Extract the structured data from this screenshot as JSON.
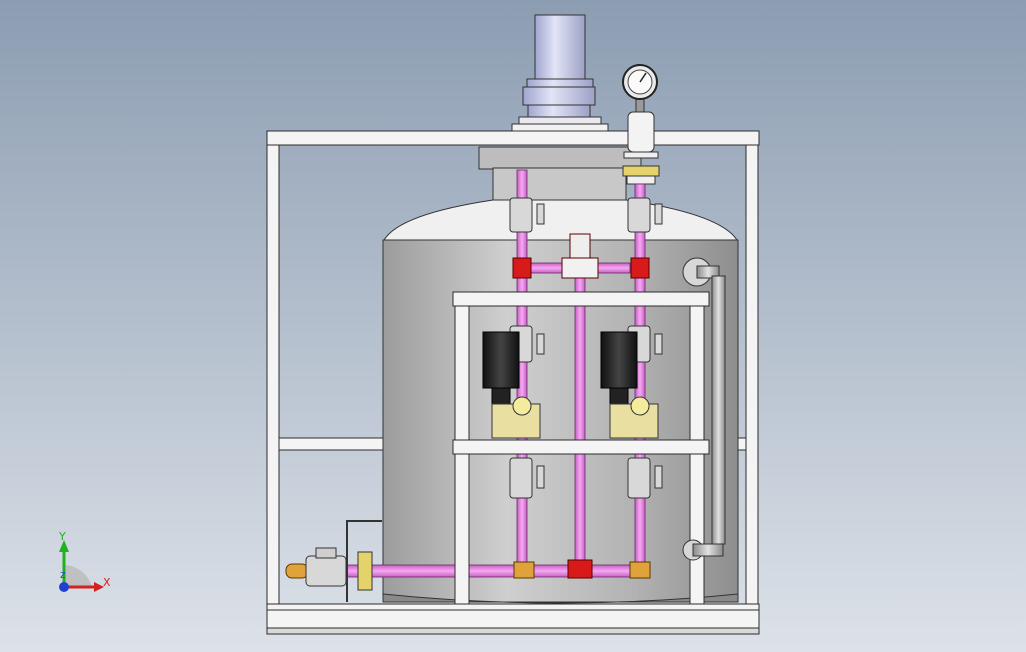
{
  "triad": {
    "x_label": "X",
    "y_label": "Y",
    "z_label": "Z"
  },
  "colors": {
    "background_top": "#8a9bb0",
    "background_bottom": "#d9dfe7",
    "frame": "#f4f4f4",
    "frame_edge": "#2b2b2b",
    "tank": "#b8b8b8",
    "pipe": "#e98ae6",
    "valve_red": "#d81a1a",
    "motor": "#1e1e1e",
    "pump_head": "#e8dfa0",
    "agitator_motor": "#c9cde6",
    "axis_x": "#d32020",
    "axis_y": "#20b020",
    "axis_z": "#2040d0"
  }
}
